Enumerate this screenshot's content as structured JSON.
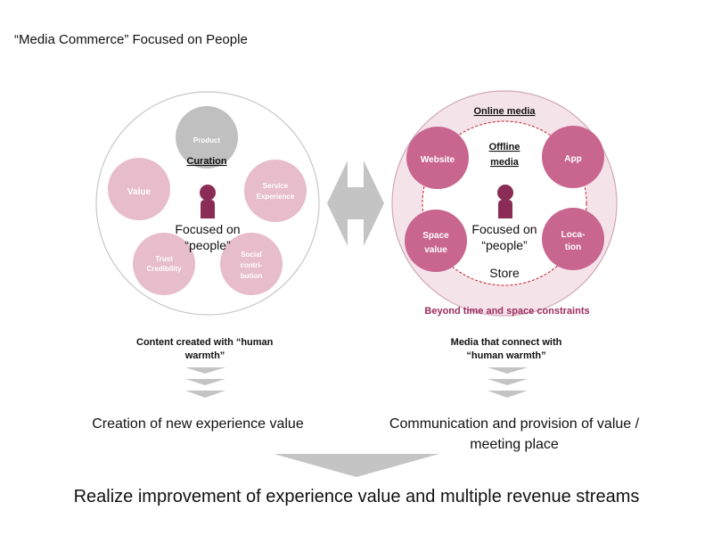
{
  "title": "“Media Commerce” Focused on People",
  "colors": {
    "person": "#8b2c56",
    "light_pink": "#e7bccb",
    "strong_pink": "#c9668f",
    "gray": "#c0c0c0",
    "bg_pink": "#f5e3ea",
    "dashed_red": "#c0202c",
    "caption_pink": "#9c2a5e"
  },
  "left": {
    "icon": "person-icon",
    "nodes": {
      "product": "Product",
      "curation": "Curation",
      "value": "Value",
      "service_1": "Service",
      "service_2": "Experience",
      "trust_1": "Trust",
      "trust_2": "Credibility",
      "social_1": "Social",
      "social_2": "contri-",
      "social_3": "bution"
    },
    "center_1": "Focused on",
    "center_2": "“people”",
    "caption_1": "Content created with “human",
    "caption_2": "warmth”",
    "result": "Creation of new experience value"
  },
  "right": {
    "icon": "person-icon",
    "online_media": "Online media",
    "offline_1": "Offline",
    "offline_2": "media",
    "nodes": {
      "website": "Website",
      "app": "App",
      "space_1": "Space",
      "space_2": "value",
      "location_1": "Loca-",
      "location_2": "tion"
    },
    "center_1": "Focused on",
    "center_2": "“people”",
    "store": "Store",
    "beyond": "Beyond time and space constraints",
    "caption_1": "Media that connect with",
    "caption_2": "“human warmth”",
    "result_1": "Communication and provision of value /",
    "result_2": "meeting place"
  },
  "bottom": "Realize improvement of experience value and multiple revenue streams"
}
